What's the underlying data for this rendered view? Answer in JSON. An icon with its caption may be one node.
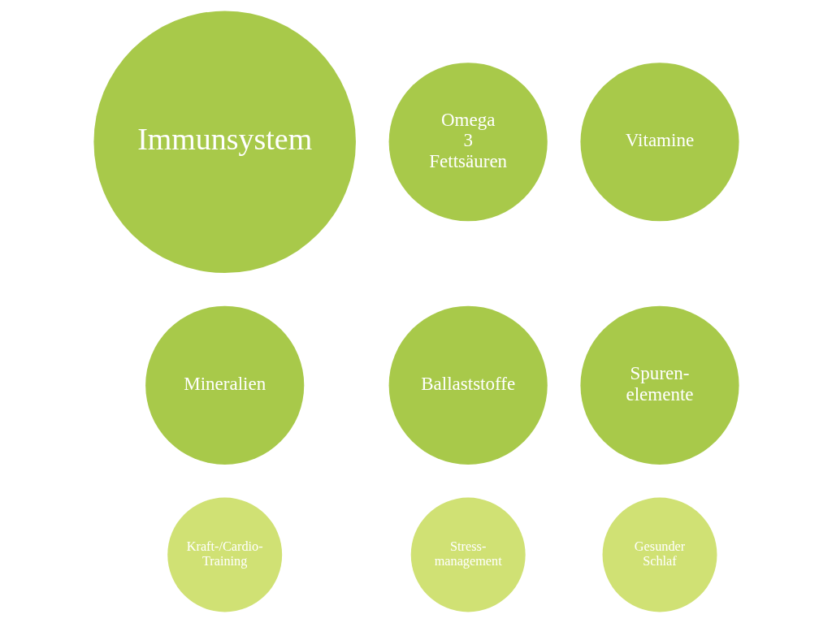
{
  "diagram": {
    "nodes": [
      {
        "text": [
          "Omega 3 Fettsäuren"
        ]
      },
      {
        "text": [
          "Kraft-/Cardio- Training"
        ]
      },
      {
        "text": [
          "Vitamine"
        ]
      },
      {
        "text": [
          "Stress- management"
        ]
      },
      {
        "text": [
          "Immunsystem"
        ]
      },
      {
        "text": [
          "Mineralien"
        ]
      },
      {
        "text": [
          "Ballaststoffe"
        ]
      },
      {
        "text": [
          "Gesunder Schlaf"
        ]
      },
      {
        "text": [
          "Spuren- elemente"
        ]
      }
    ]
  }
}
